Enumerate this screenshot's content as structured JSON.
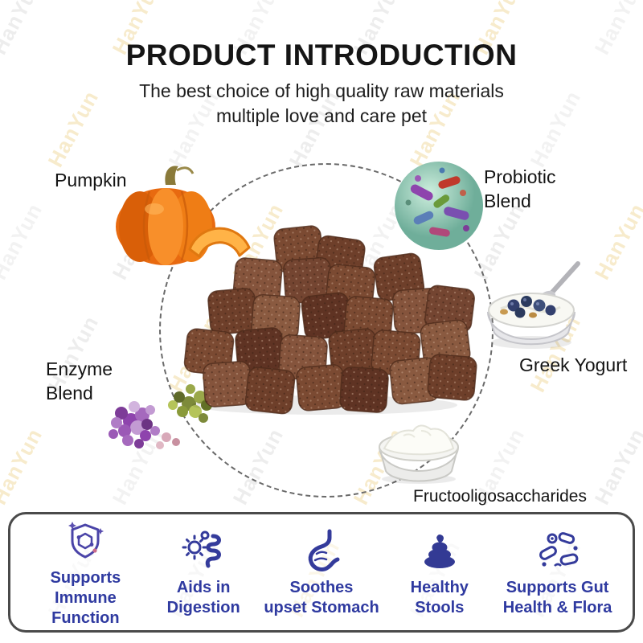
{
  "header": {
    "title": "PRODUCT INTRODUCTION",
    "subtitle1": "The best choice of high quality raw materials",
    "subtitle2": "multiple love and care pet"
  },
  "ingredients": {
    "pumpkin": "Pumpkin",
    "probiotic": "Probiotic\nBlend",
    "greek_yogurt": "Greek Yogurt",
    "enzyme": "Enzyme\nBlend",
    "fos": "Fructooligosaccharides"
  },
  "benefits": {
    "items": [
      {
        "label": "Supports\nImmune Function"
      },
      {
        "label": "Aids in\nDigestion"
      },
      {
        "label": "Soothes\nupset Stomach"
      },
      {
        "label": "Healthy\nStools"
      },
      {
        "label": "Supports Gut\nHealth & Flora"
      }
    ]
  },
  "watermark": {
    "text": "HanYun",
    "colors": [
      "#c7c7c7",
      "#e6bf58",
      "#d6d6d6"
    ]
  },
  "colors": {
    "benefit_text": "#2f3aa0",
    "icon_navy": "#343b9b",
    "panel_border": "#4a4a4a",
    "treat_brown": "#7b4a32",
    "pumpkin_orange": "#f07818"
  }
}
